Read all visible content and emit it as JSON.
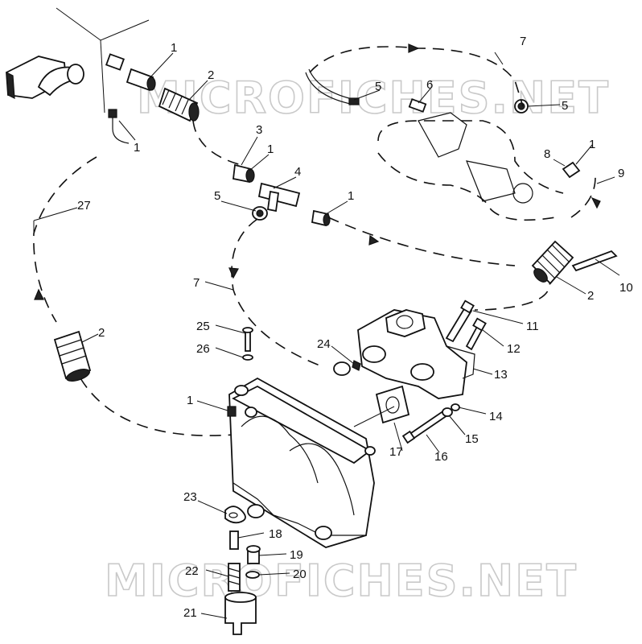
{
  "watermark_top": "MICROFICHES.NET",
  "watermark_bottom": "MICROFICHES.NET",
  "callouts": [
    {
      "id": "c1a",
      "text": "1"
    },
    {
      "id": "c2a",
      "text": "2"
    },
    {
      "id": "c1b",
      "text": "1"
    },
    {
      "id": "c3",
      "text": "3"
    },
    {
      "id": "c1c",
      "text": "1"
    },
    {
      "id": "c4",
      "text": "4"
    },
    {
      "id": "c5a",
      "text": "5"
    },
    {
      "id": "c1d",
      "text": "1"
    },
    {
      "id": "c5b",
      "text": "5"
    },
    {
      "id": "c6",
      "text": "6"
    },
    {
      "id": "c7a",
      "text": "7"
    },
    {
      "id": "c5c",
      "text": "5"
    },
    {
      "id": "c8",
      "text": "8"
    },
    {
      "id": "c1e",
      "text": "1"
    },
    {
      "id": "c9",
      "text": "9"
    },
    {
      "id": "c27",
      "text": "27"
    },
    {
      "id": "c7b",
      "text": "7"
    },
    {
      "id": "c10",
      "text": "10"
    },
    {
      "id": "c2b",
      "text": "2"
    },
    {
      "id": "c11",
      "text": "11"
    },
    {
      "id": "c12",
      "text": "12"
    },
    {
      "id": "c13",
      "text": "13"
    },
    {
      "id": "c2c",
      "text": "2"
    },
    {
      "id": "c25",
      "text": "25"
    },
    {
      "id": "c26",
      "text": "26"
    },
    {
      "id": "c24",
      "text": "24"
    },
    {
      "id": "c1f",
      "text": "1"
    },
    {
      "id": "c14",
      "text": "14"
    },
    {
      "id": "c15",
      "text": "15"
    },
    {
      "id": "c16",
      "text": "16"
    },
    {
      "id": "c17",
      "text": "17"
    },
    {
      "id": "c23",
      "text": "23"
    },
    {
      "id": "c18",
      "text": "18"
    },
    {
      "id": "c19",
      "text": "19"
    },
    {
      "id": "c20",
      "text": "20"
    },
    {
      "id": "c22",
      "text": "22"
    },
    {
      "id": "c21",
      "text": "21"
    }
  ]
}
